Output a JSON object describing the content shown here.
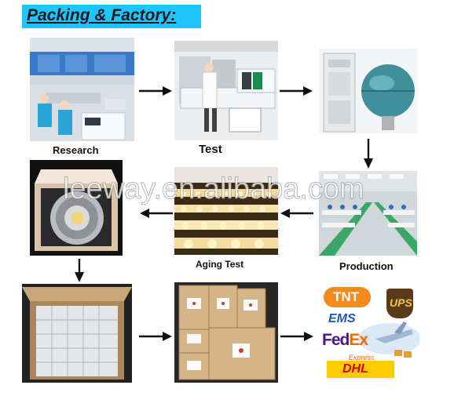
{
  "header": {
    "title": "Packing & Factory:"
  },
  "steps": {
    "research": "Research",
    "test": "Test",
    "aging_test": "Aging Test",
    "production": "Production"
  },
  "watermark": "leeway.en.alibaba.com",
  "couriers": {
    "tnt": "TNT",
    "ups": "UPS",
    "ems": "EMS",
    "fedex_fed": "Fed",
    "fedex_ex": "Ex",
    "fedex_express": "Express",
    "dhl": "DHL"
  },
  "colors": {
    "title_bg": "#1ec5ff",
    "arrow": "#111111"
  }
}
